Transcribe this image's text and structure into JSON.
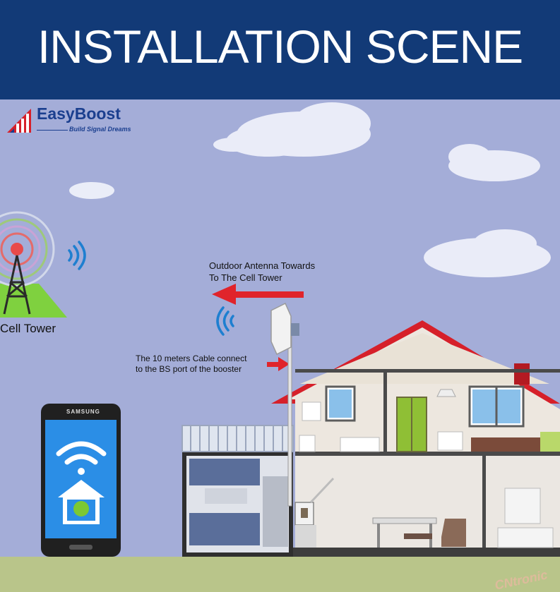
{
  "banner": {
    "title": "INSTALLATION SCENE"
  },
  "brand": {
    "name": "EasyBoost",
    "tagline": "Build Signal Dreams"
  },
  "labels": {
    "cell_tower": "Cell Tower",
    "antenna_line1": "Outdoor Antenna Towards",
    "antenna_line2": "To The Cell Tower",
    "cable_line1": "The 10 meters Cable connect",
    "cable_line2": "to the BS port of the booster"
  },
  "phone": {
    "brand": "SAMSUNG"
  },
  "watermark": {
    "text": "CNtronic"
  },
  "colors": {
    "banner": "#123a77",
    "sky": "#a4add8",
    "ground": "#b9c58a",
    "roof": "#d6202a",
    "arrow": "#e0242b",
    "signal": "#1e7fd0",
    "phone_screen": "#2b8ee6"
  }
}
